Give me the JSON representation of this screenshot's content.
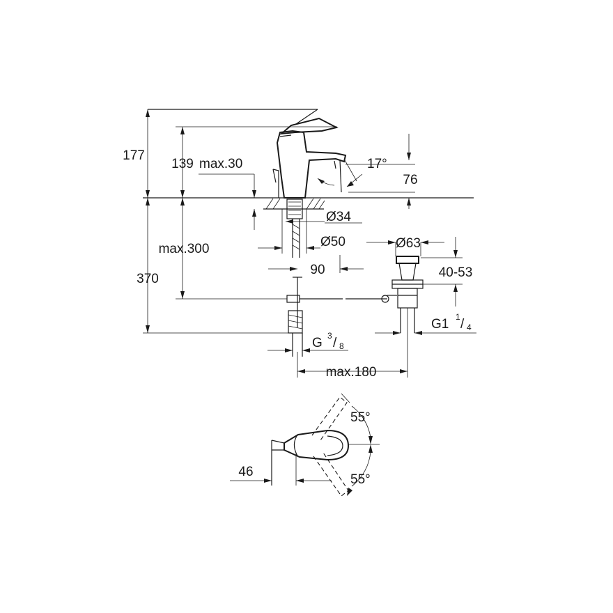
{
  "dimensions": {
    "d177": "177",
    "d139": "139",
    "max30": "max.30",
    "angle17": "17°",
    "d76": "76",
    "dia34": "Ø34",
    "dia50": "Ø50",
    "dia63": "Ø63",
    "max300": "max.300",
    "d370": "370",
    "d90": "90",
    "d4053": "40-53",
    "g38_main": "G",
    "g38_num": "3",
    "g38_den": "8",
    "g114_main": "G1",
    "g114_num": "1",
    "g114_den": "4",
    "max180": "max.180",
    "angle55_top": "55°",
    "angle55_bottom": "55°",
    "d46": "46"
  }
}
